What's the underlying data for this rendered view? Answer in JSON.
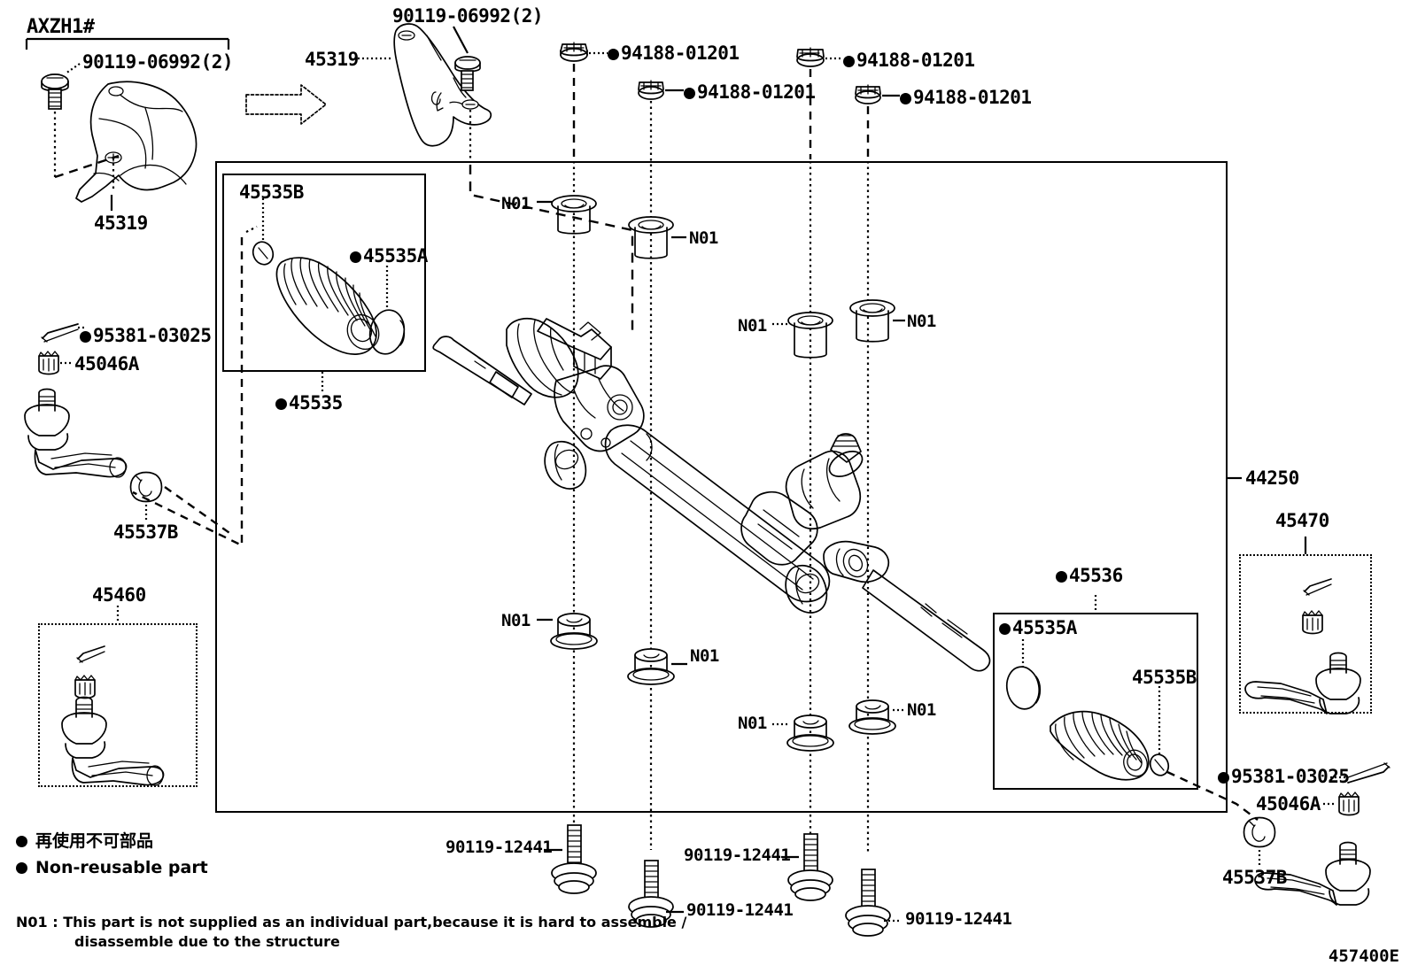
{
  "diagram": {
    "code": "457400E",
    "model_group": "AXZH1#",
    "main_assembly": "44250"
  },
  "labels": {
    "axzh1": "AXZH1#",
    "bolt_90119_06992_left": "90119-06992(2)",
    "bolt_90119_06992_top": "90119-06992(2)",
    "shield_45319_left": "45319",
    "shield_45319_top": "45319",
    "nut_94188_a": "94188-01201",
    "nut_94188_b": "94188-01201",
    "nut_94188_c": "94188-01201",
    "nut_94188_d": "94188-01201",
    "boot_45535B_left": "45535B",
    "boot_45535A_left": "45535A",
    "boot_kit_45535": "45535",
    "cotter_95381_left": "95381-03025",
    "nut_45046A_left": "45046A",
    "clip_45537B_left": "45537B",
    "tierod_45460": "45460",
    "rack_44250": "44250",
    "tierod_45470": "45470",
    "boot_kit_45536": "45536",
    "boot_45535A_right": "45535A",
    "boot_45535B_right": "45535B",
    "cotter_95381_right": "95381-03025",
    "nut_45046A_right": "45046A",
    "clip_45537B_right": "45537B",
    "bolt_90119_12441_a": "90119-12441",
    "bolt_90119_12441_b": "90119-12441",
    "bolt_90119_12441_c": "90119-12441",
    "bolt_90119_12441_d": "90119-12441",
    "n01": "N01"
  },
  "n01_callouts": [
    {
      "id": "n01-top-left-1",
      "text": "N01"
    },
    {
      "id": "n01-top-left-2",
      "text": "N01"
    },
    {
      "id": "n01-top-right-1",
      "text": "N01"
    },
    {
      "id": "n01-top-right-2",
      "text": "N01"
    },
    {
      "id": "n01-bottom-left-1",
      "text": "N01"
    },
    {
      "id": "n01-bottom-left-2",
      "text": "N01"
    },
    {
      "id": "n01-bottom-right-1",
      "text": "N01"
    },
    {
      "id": "n01-bottom-right-2",
      "text": "N01"
    }
  ],
  "legend": {
    "japanese": "再使用不可部品",
    "english": "Non-reusable part",
    "n01_prefix": "N01 :",
    "n01_line1": "This part is not supplied as an individual part,because it is hard to assemble /",
    "n01_line2": "disassemble due to the structure"
  },
  "colors": {
    "ink": "#000000",
    "paper": "#ffffff"
  }
}
